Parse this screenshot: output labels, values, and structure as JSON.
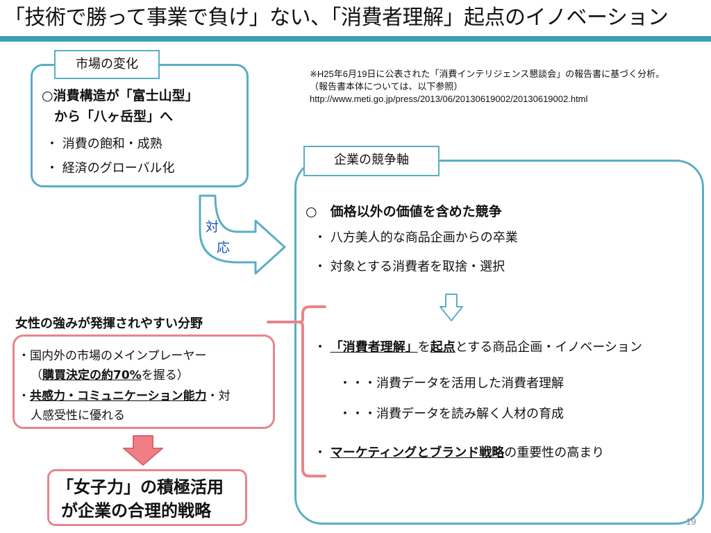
{
  "slide": {
    "title": "「技術で勝って事業で負け」ない、「消費者理解」起点のイノベーション",
    "page_number": "19"
  },
  "market": {
    "label": "市場の変化",
    "heading1": "○消費構造が「富士山型」",
    "heading2": "から「八ヶ岳型」へ",
    "bullets": [
      "・ 消費の飽和・成熟",
      "・ 経済のグローバル化"
    ]
  },
  "note": {
    "line1": "※H25年6月19日に公表された「消費インテリジェンス懇談会」の報告書に基づく分析。",
    "line2": "（報告書本体については、以下参照）",
    "line3": "http://www.meti.go.jp/press/2013/06/20130619002/20130619002.html"
  },
  "arrow_text": {
    "char1": "対",
    "char2": "応"
  },
  "business": {
    "label": "企業の競争軸",
    "heading": "○　価格以外の価値を含めた競争",
    "line1": "・ 八方美人的な商品企画からの卒業",
    "line2": "・ 対象とする消費者を取捨・選択",
    "line3_prefix": "・ ",
    "line3_u1": "「消費者理解」",
    "line3_mid": "を",
    "line3_u2": "起点",
    "line3_suffix": "とする商品企画・イノベーション",
    "line4": "・・・消費データを活用した消費者理解",
    "line5": "・・・消費データを読み解く人材の育成",
    "line6_prefix": "・ ",
    "line6_u": "マーケティングとブランド戦略",
    "line6_suffix": "の重要性の高まり"
  },
  "women": {
    "heading": "女性の強みが発揮されやすい分野",
    "l1": "・国内外の市場のメインプレーヤー",
    "l2_open": "（",
    "l2_u": "購買決定の約70%",
    "l2_close": "を握る）",
    "l3_dot": "・",
    "l3_u": "共感力・コミュニケーション能力",
    "l3_suffix": "・対",
    "l4": "人感受性に優れる"
  },
  "joshi": {
    "line1": "「女子力」の積極活用",
    "line2": "が企業の合理的戦略"
  },
  "colors": {
    "teal": "#5aaec4",
    "title_rule": "#3f9db4",
    "pink_border": "#e8848c",
    "pink_arrow": "#f07e86",
    "arrow_text_blue": "#1a56b0"
  }
}
